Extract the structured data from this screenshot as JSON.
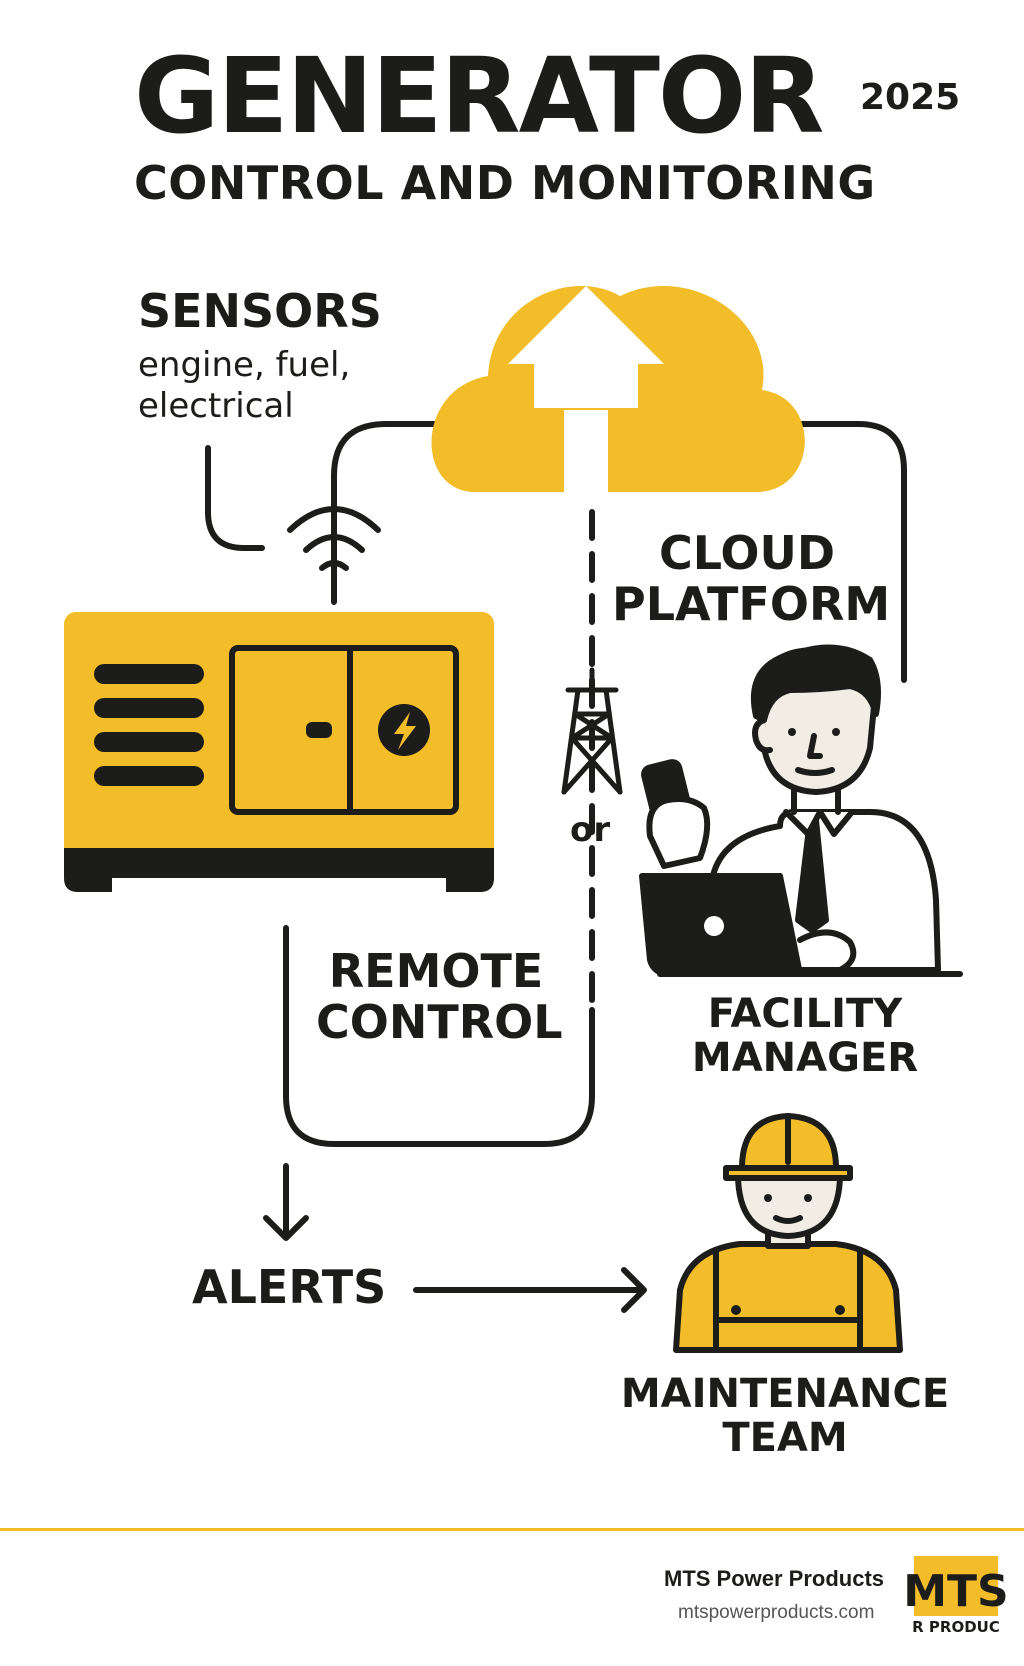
{
  "header": {
    "title": "GENERATOR",
    "year": "2025",
    "subtitle": "CONTROL AND MONITORING"
  },
  "labels": {
    "sensors": "SENSORS",
    "sensors_detail": "engine, fuel, electrical",
    "cloud_platform": "CLOUD PLATFORM",
    "or": "or",
    "remote_control": "REMOTE CONTROL",
    "facility_manager": "FACILITY MANAGER",
    "alerts": "ALERTS",
    "maintenance_team": "MAINTENANCE TEAM"
  },
  "footer": {
    "company": "MTS Power Products",
    "website": "mtspowerproducts.com",
    "logo_text": "MTS",
    "logo_subtext": "R PRODUC"
  },
  "colors": {
    "accent": "#f3bd2a",
    "ink": "#1c1c1a",
    "skin": "#f2ede4"
  },
  "icons": [
    "generator-icon",
    "wifi-icon",
    "cloud-upload-icon",
    "cell-tower-icon",
    "facility-manager-icon",
    "maintenance-worker-icon",
    "lightning-bolt-icon",
    "arrow-icon"
  ]
}
